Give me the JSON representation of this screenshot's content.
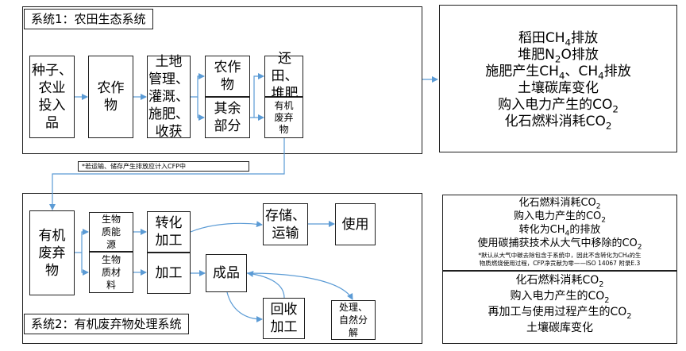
{
  "system1": {
    "title": "系统1：农田生态系统",
    "nodes": {
      "seeds": [
        "种子、",
        "农业",
        "投入",
        "品"
      ],
      "crop": "农作物",
      "land": [
        "土地",
        "管理、",
        "灌溉、",
        "施肥、",
        "收获"
      ],
      "crop2": [
        "农作",
        "物"
      ],
      "remainder": [
        "其余",
        "部分"
      ],
      "return_field": [
        "还田、",
        "堆肥"
      ],
      "organic_waste": [
        "有机",
        "废弃",
        "物"
      ]
    },
    "note": "*若运输、储存产生排放应计入CFP中"
  },
  "emissions1": {
    "items": [
      {
        "pre": "稻田CH",
        "sub": "4",
        "post": "排放"
      },
      {
        "pre": "堆肥N",
        "sub": "2",
        "post": "O排放"
      },
      {
        "pre": "施肥产生CH",
        "sub": "4",
        "post": "、CH",
        "sub2": "4",
        "post2": "排放"
      },
      {
        "pre": "土壤碳库变化",
        "sub": "",
        "post": ""
      },
      {
        "pre": "购入电力产生的CO",
        "sub": "2",
        "post": ""
      },
      {
        "pre": "化石燃料消耗CO",
        "sub": "2",
        "post": ""
      }
    ]
  },
  "system2": {
    "title": "系统2：有机废弃物处理系统",
    "nodes": {
      "organic_waste": [
        "有机",
        "废弃",
        "物"
      ],
      "bioenergy": [
        "生物",
        "质能",
        "源"
      ],
      "biomaterial": [
        "生物",
        "质材",
        "料"
      ],
      "conversion": [
        "转化",
        "加工"
      ],
      "processing": "加工",
      "storage": [
        "存储、",
        "运输"
      ],
      "use": "使用",
      "product": "成品",
      "recycle": [
        "回收",
        "加工"
      ],
      "disposal": [
        "处理、",
        "自然分",
        "解"
      ]
    }
  },
  "emissions2a": {
    "items": [
      {
        "pre": "化石燃料消耗CO",
        "sub": "2",
        "post": ""
      },
      {
        "pre": "购入电力产生的CO",
        "sub": "2",
        "post": ""
      },
      {
        "pre": "转化为CH",
        "sub": "4",
        "post": "的排放"
      },
      {
        "pre": "使用碳捕获技术从大气中移除的CO",
        "sub": "2",
        "post": ""
      }
    ],
    "footnote": [
      "*默认从大气中碳去除包含于系统中，因此不含转化为CH₄的生",
      "物质燃烧使用过程，CFP净贡献为零——ISO 14067 附录E.3"
    ]
  },
  "emissions2b": {
    "items": [
      {
        "pre": "化石燃料消耗CO",
        "sub": "2",
        "post": ""
      },
      {
        "pre": "购入电力产生的CO",
        "sub": "2",
        "post": ""
      },
      {
        "pre": "再加工与使用过程产生的CO",
        "sub": "2",
        "post": ""
      },
      {
        "pre": "土壤碳库变化",
        "sub": "",
        "post": ""
      }
    ]
  },
  "colors": {
    "arrow": "#5b9bd5",
    "border": "#1f1f1f"
  }
}
